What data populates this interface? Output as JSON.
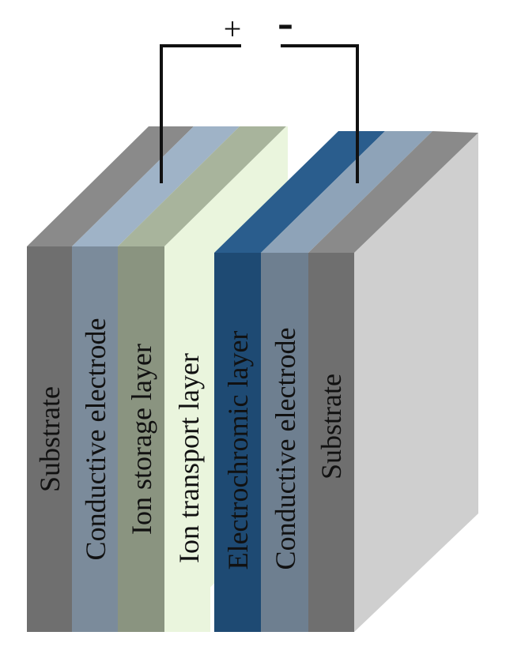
{
  "terminals": {
    "positive": "+",
    "negative": "-"
  },
  "left_stack": {
    "layers": [
      {
        "label": "Substrate",
        "front_color": "#6f6f6f",
        "top_color": "#8a8a8a"
      },
      {
        "label": "Conductive electrode",
        "front_color": "#7b8b9b",
        "top_color": "#9fb3c7"
      },
      {
        "label": "Ion storage layer",
        "front_color": "#8a9480",
        "top_color": "#a8b49c"
      },
      {
        "label": "Ion transport layer",
        "front_color": "#eaf5dd",
        "top_color": "#eaf5dd"
      }
    ]
  },
  "right_stack": {
    "layers": [
      {
        "label": "Electrochromic layer",
        "front_color": "#1e4a73",
        "top_color": "#2a5d8d"
      },
      {
        "label": "Conductive electrode",
        "front_color": "#6e7f90",
        "top_color": "#8ea3b8"
      },
      {
        "label": "Substrate",
        "front_color": "#6f6f6f",
        "top_color": "#8a8a8a"
      }
    ],
    "side_color": "#cfcfcf"
  },
  "wire_color": "#111111"
}
